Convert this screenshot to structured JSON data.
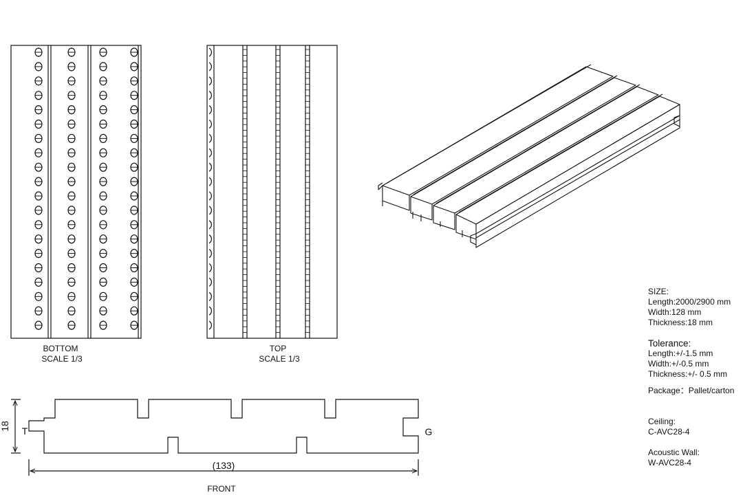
{
  "views": {
    "bottom": {
      "title": "BOTTOM",
      "scale": "SCALE 1/3"
    },
    "top": {
      "title": "TOP",
      "scale": "SCALE 1/3"
    },
    "front": {
      "title": "FRONT",
      "width_dim": "(133)",
      "height_dim": "18",
      "tongue_label": "T",
      "groove_label": "G"
    }
  },
  "specs": {
    "size_heading": "SIZE:",
    "length": "Length:2000/2900 mm",
    "width": "Width:128 mm",
    "thickness": "Thickness:18 mm",
    "tolerance_heading": "Tolerance:",
    "tol_length": "Length:+/-1.5 mm",
    "tol_width": "Width:+/-0.5 mm",
    "tol_thickness": "Thickness:+/- 0.5 mm",
    "package": "Package：Pallet/carton",
    "ceiling_heading": "Ceiling:",
    "ceiling_code": "C-AVC28-4",
    "wall_heading": "Acoustic Wall:",
    "wall_code": "W-AVC28-4"
  }
}
